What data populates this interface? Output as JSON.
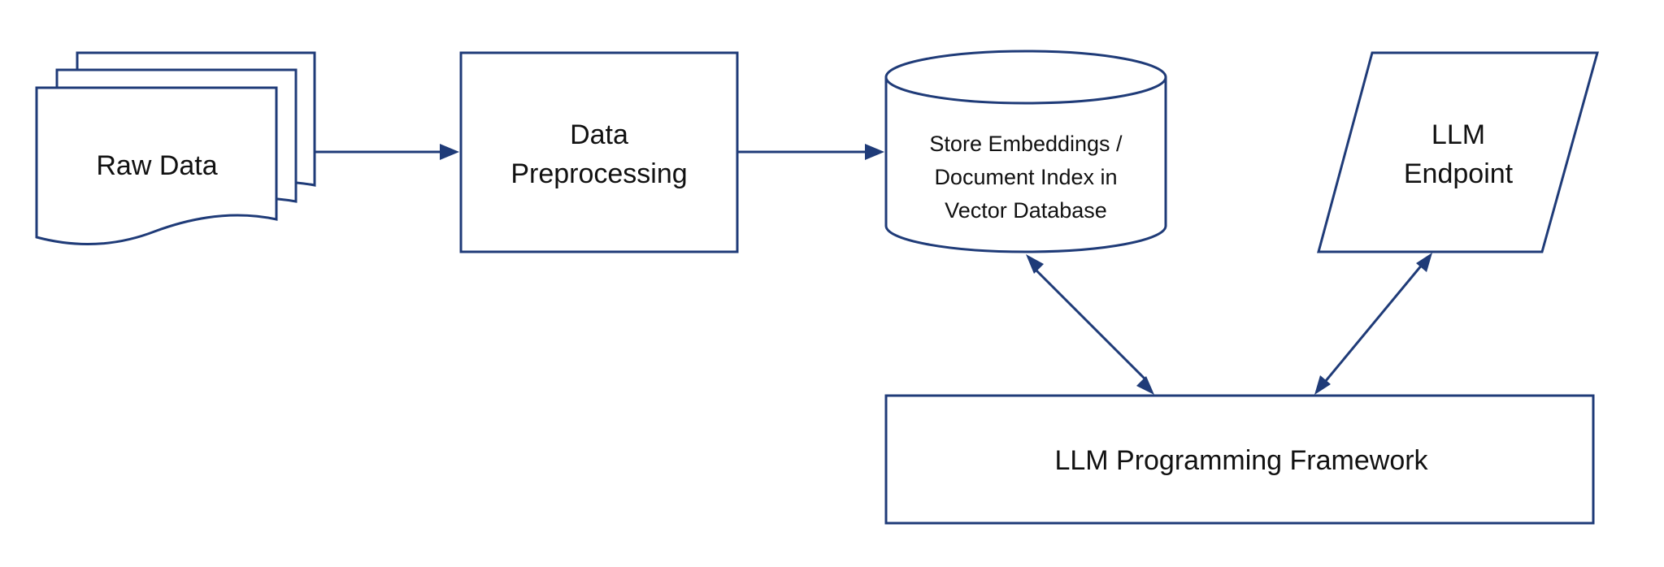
{
  "nodes": {
    "raw_data": {
      "label": "Raw Data"
    },
    "data_preprocessing": {
      "line1": "Data",
      "line2": "Preprocessing"
    },
    "vector_database": {
      "line1": "Store Embeddings /",
      "line2": "Document Index in",
      "line3": "Vector Database"
    },
    "llm_endpoint": {
      "line1": "LLM",
      "line2": "Endpoint"
    },
    "llm_framework": {
      "label": "LLM Programming Framework"
    }
  },
  "colors": {
    "stroke": "#1f3b78",
    "text": "#111111",
    "background": "#ffffff"
  }
}
